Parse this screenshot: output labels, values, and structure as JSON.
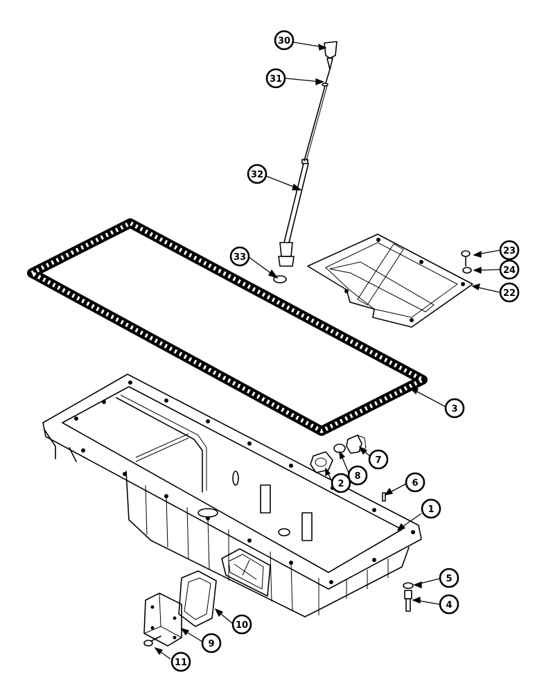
{
  "diagram": {
    "callouts": [
      {
        "id": "c30",
        "label": "30"
      },
      {
        "id": "c31",
        "label": "31"
      },
      {
        "id": "c32",
        "label": "32"
      },
      {
        "id": "c33",
        "label": "33"
      },
      {
        "id": "c23",
        "label": "23"
      },
      {
        "id": "c24",
        "label": "24"
      },
      {
        "id": "c22",
        "label": "22"
      },
      {
        "id": "c3",
        "label": "3"
      },
      {
        "id": "c7",
        "label": "7"
      },
      {
        "id": "c8",
        "label": "8"
      },
      {
        "id": "c2",
        "label": "2"
      },
      {
        "id": "c6",
        "label": "6"
      },
      {
        "id": "c1",
        "label": "1"
      },
      {
        "id": "c5",
        "label": "5"
      },
      {
        "id": "c4",
        "label": "4"
      },
      {
        "id": "c10",
        "label": "10"
      },
      {
        "id": "c9",
        "label": "9"
      },
      {
        "id": "c11",
        "label": "11"
      }
    ]
  }
}
